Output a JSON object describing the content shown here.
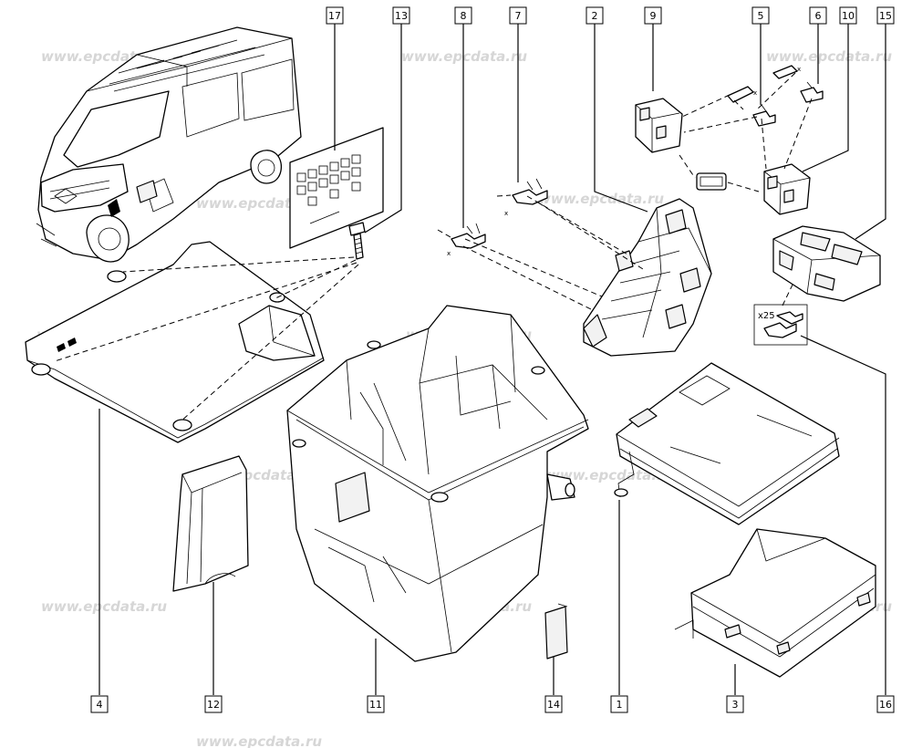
{
  "watermark": "www.epcdata.ru",
  "qty_label": "x25",
  "cross_mark": "x",
  "callouts": [
    "17",
    "13",
    "8",
    "7",
    "2",
    "9",
    "5",
    "6",
    "10",
    "15",
    "4",
    "12",
    "11",
    "14",
    "1",
    "3",
    "16"
  ]
}
